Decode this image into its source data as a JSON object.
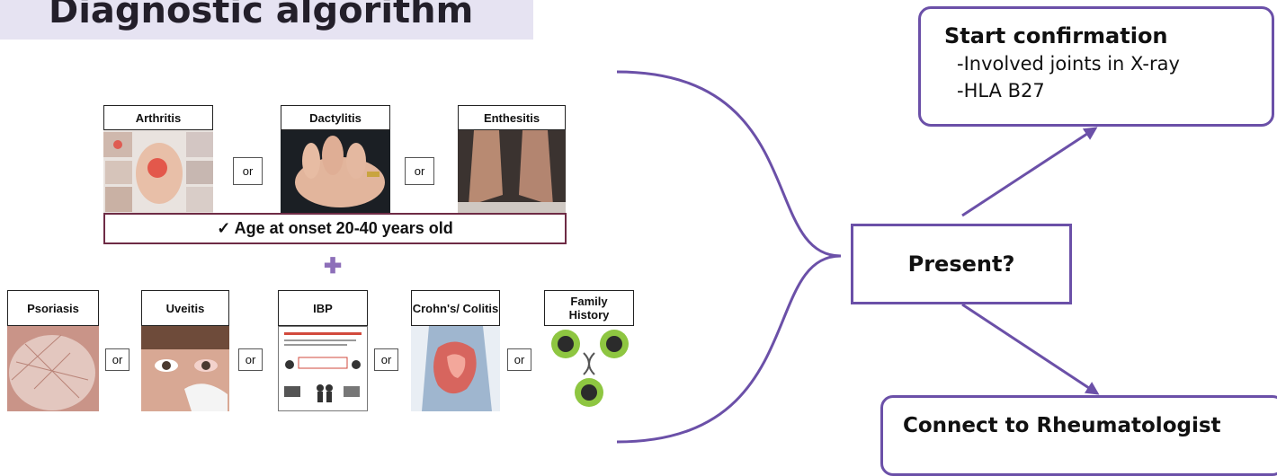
{
  "title": "Diagnostic algorithm",
  "symptoms": {
    "top": [
      {
        "label": "Arthritis",
        "icon": "arthritis-hands-photo"
      },
      {
        "label": "Dactylitis",
        "icon": "dactylitis-hand-photo"
      },
      {
        "label": "Enthesitis",
        "icon": "enthesitis-heels-photo"
      }
    ],
    "age_criterion": "✓  Age at onset 20-40 years old",
    "plus_symbol": "✚",
    "bottom": [
      {
        "label": "Psoriasis",
        "icon": "psoriasis-skin-photo"
      },
      {
        "label": "Uveitis",
        "icon": "uveitis-eye-photo"
      },
      {
        "label": "IBP",
        "icon": "ibp-infographic"
      },
      {
        "label": "Crohn's/ Colitis",
        "icon": "colitis-abdomen-illustration"
      },
      {
        "label": "Family History",
        "icon": "family-history-illustration"
      }
    ],
    "or_label": "or"
  },
  "flow": {
    "decision": "Present?",
    "yes_box": {
      "title": "Start confirmation",
      "items": [
        "-Involved joints in X-ray",
        "-HLA B27"
      ]
    },
    "no_box": "Connect to Rheumatologist"
  },
  "colors": {
    "accent": "#6b50a8",
    "age_border": "#6e2b45",
    "title_band": "#e6e3f2"
  }
}
